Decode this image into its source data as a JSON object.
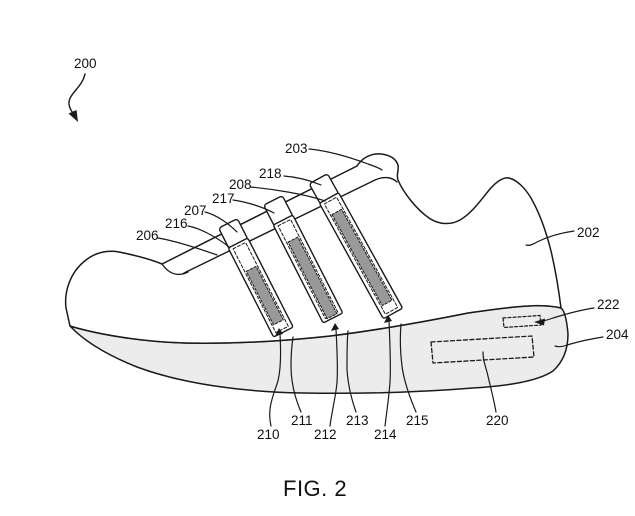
{
  "figure": {
    "caption": "FIG. 2",
    "ref_numerals": {
      "r200": "200",
      "r202": "202",
      "r203": "203",
      "r204": "204",
      "r206": "206",
      "r207": "207",
      "r208": "208",
      "r210": "210",
      "r211": "211",
      "r212": "212",
      "r213": "213",
      "r214": "214",
      "r215": "215",
      "r216": "216",
      "r217": "217",
      "r218": "218",
      "r220": "220",
      "r222": "222"
    },
    "colors": {
      "line": "#1a1a1a",
      "sole_fill": "#ececec",
      "sensor_fill": "#999999",
      "upper_fill": "#ffffff"
    }
  }
}
